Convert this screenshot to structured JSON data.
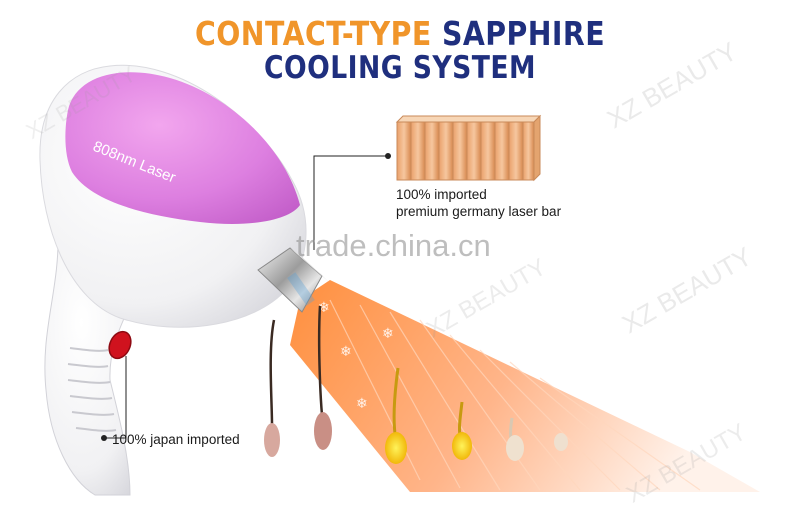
{
  "heading": {
    "line1_orange": "CONTACT-TYPE",
    "line1_navy": "SAPPHIRE",
    "line2": "COOLING SYSTEM",
    "orange_color": "#f0952a",
    "navy_color": "#1f2f7e"
  },
  "device": {
    "handpiece_text": "808nm Laser"
  },
  "callouts": {
    "laser_bar_line1": "100% imported",
    "laser_bar_line2": "premium germany laser bar",
    "japan": "100% japan imported"
  },
  "watermarks": {
    "site": "trade.china.cn",
    "brand": "XZ BEAUTY"
  }
}
